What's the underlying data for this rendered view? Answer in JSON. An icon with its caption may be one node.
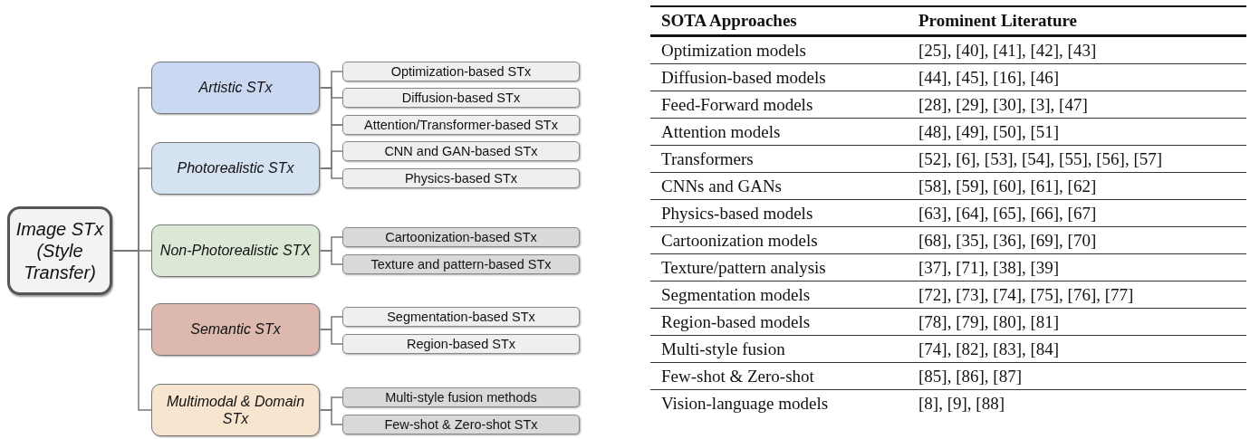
{
  "diagram": {
    "nodes": [
      {
        "text": [
          "Image STx (Style Transfer)"
        ]
      },
      {
        "text": [
          "Artistic STx"
        ]
      },
      {
        "text": [
          "Photorealistic STx"
        ]
      },
      {
        "text": [
          "Non-Photorealistic STX"
        ]
      },
      {
        "text": [
          "Semantic STx"
        ]
      },
      {
        "text": [
          "Multimodal & Domain STx"
        ]
      },
      {
        "text": [
          "Optimization-based STx"
        ]
      },
      {
        "text": [
          "Diffusion-based STx"
        ]
      },
      {
        "text": [
          "Attention/Transformer-based STx"
        ]
      },
      {
        "text": [
          "CNN and GAN-based STx"
        ]
      },
      {
        "text": [
          "Physics-based STx"
        ]
      },
      {
        "text": [
          "Cartoonization-based STx"
        ]
      },
      {
        "text": [
          "Texture and pattern-based STx"
        ]
      },
      {
        "text": [
          "Segmentation-based STx"
        ]
      },
      {
        "text": [
          "Region-based STx"
        ]
      },
      {
        "text": [
          "Multi-style fusion methods"
        ]
      },
      {
        "text": [
          "Few-shot & Zero-shot STx"
        ]
      }
    ],
    "edges": [
      {
        "from": 0,
        "to": 1,
        "arrow": "none"
      },
      {
        "from": 0,
        "to": 2,
        "arrow": "none"
      },
      {
        "from": 0,
        "to": 3,
        "arrow": "none"
      },
      {
        "from": 0,
        "to": 4,
        "arrow": "none"
      },
      {
        "from": 0,
        "to": 5,
        "arrow": "none"
      },
      {
        "from": 1,
        "to": 6,
        "arrow": "none"
      },
      {
        "from": 1,
        "to": 7,
        "arrow": "none"
      },
      {
        "from": 1,
        "to": 8,
        "arrow": "none"
      },
      {
        "from": 2,
        "to": 8,
        "arrow": "none"
      },
      {
        "from": 2,
        "to": 9,
        "arrow": "none"
      },
      {
        "from": 2,
        "to": 10,
        "arrow": "none"
      },
      {
        "from": 3,
        "to": 11,
        "arrow": "none"
      },
      {
        "from": 3,
        "to": 12,
        "arrow": "none"
      },
      {
        "from": 4,
        "to": 13,
        "arrow": "none"
      },
      {
        "from": 4,
        "to": 14,
        "arrow": "none"
      },
      {
        "from": 5,
        "to": 15,
        "arrow": "none"
      },
      {
        "from": 5,
        "to": 16,
        "arrow": "none"
      }
    ],
    "labels": [
      "SOTA Approaches",
      "Prominent Literature",
      "Optimization models",
      "[25], [40], [41], [42], [43]",
      "Diffusion-based models",
      "[44], [45], [16], [46]",
      "Feed-Forward models",
      "[28], [29], [30], [3], [47]",
      "Attention models",
      "[48], [49], [50], [51]",
      "Transformers",
      "[52], [6], [53], [54], [55], [56], [57]",
      "CNNs and GANs",
      "[58], [59], [60], [61], [62]",
      "Physics-based models",
      "[63], [64], [65], [66], [67]",
      "Cartoonization models",
      "[68], [35], [36], [69], [70]",
      "Texture/pattern analysis",
      "[37], [71], [38], [39]",
      "Segmentation models",
      "[72], [73], [74], [75], [76], [77]",
      "Region-based models",
      "[78], [79], [80], [81]",
      "Multi-style fusion",
      "[74], [82], [83], [84]",
      "Few-shot & Zero-shot",
      "[85], [86], [87]",
      "Vision-language models",
      "[8], [9], [88]"
    ]
  }
}
